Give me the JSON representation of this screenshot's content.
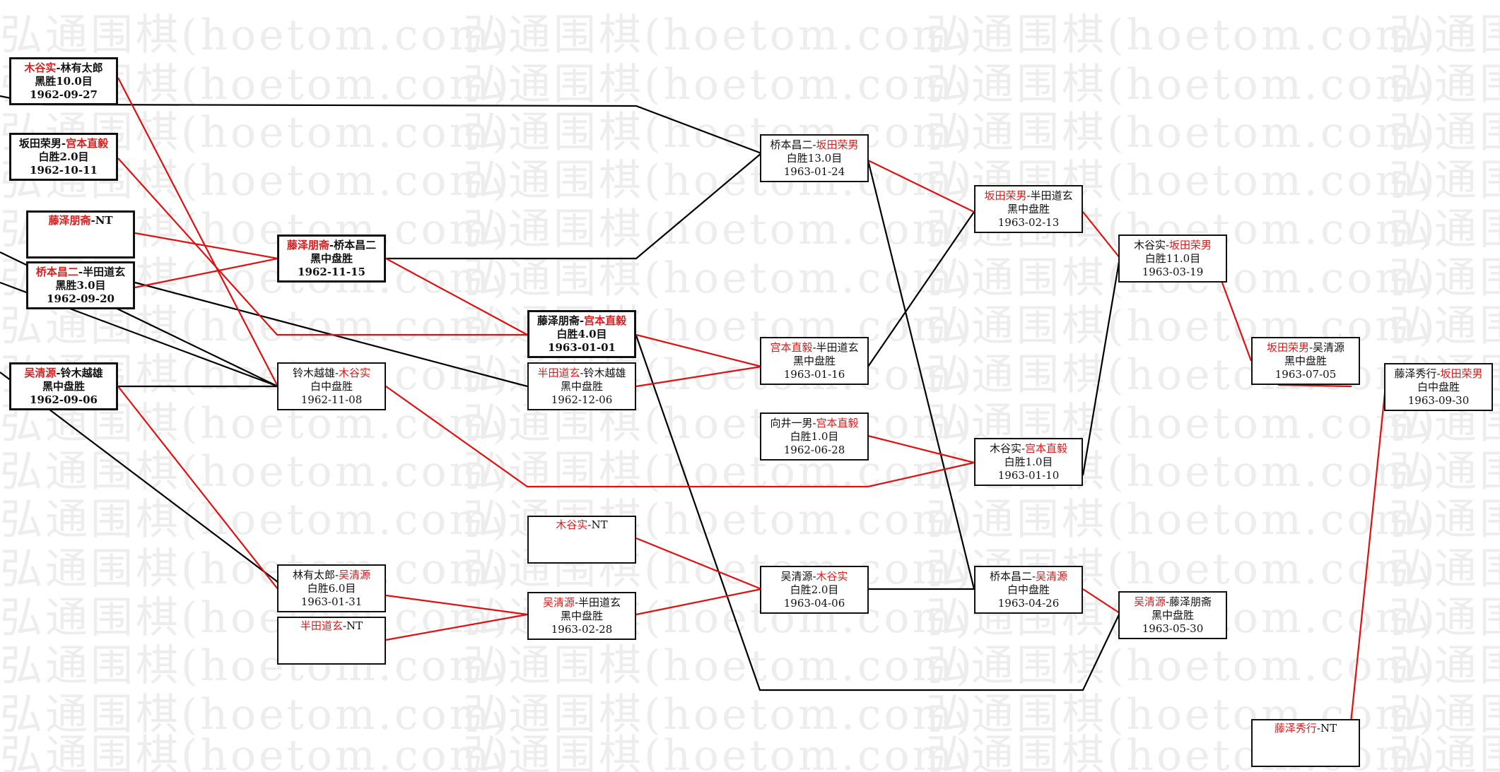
{
  "watermark": "弘通围棋(hoetom.com)",
  "colors": {
    "winner": "#d81e1e",
    "text": "#111111",
    "line_black": "#000000",
    "line_red": "#e01010"
  },
  "nodes": {
    "n1": {
      "a": "木谷实",
      "sep": "-",
      "b": "林有太郎",
      "win": "a",
      "result": "黑胜10.0目",
      "date": "1962-09-27"
    },
    "n2": {
      "a": "坂田荣男",
      "sep": "-",
      "b": "宫本直毅",
      "win": "b",
      "result": "白胜2.0目",
      "date": "1962-10-11"
    },
    "n3": {
      "a": "藤泽朋斋",
      "sep": "-",
      "b": "NT",
      "win": "a",
      "result": "",
      "date": ""
    },
    "n4": {
      "a": "桥本昌二",
      "sep": "-",
      "b": "半田道玄",
      "win": "a",
      "result": "黑胜3.0目",
      "date": "1962-09-20"
    },
    "n5": {
      "a": "吴清源",
      "sep": "-",
      "b": "铃木越雄",
      "win": "a",
      "result": "黑中盘胜",
      "date": "1962-09-06"
    },
    "n6": {
      "a": "藤泽朋斋",
      "sep": "-",
      "b": "桥本昌二",
      "win": "a",
      "result": "黑中盘胜",
      "date": "1962-11-15"
    },
    "n7": {
      "a": "铃木越雄",
      "sep": "-",
      "b": "木谷实",
      "win": "b",
      "result": "白中盘胜",
      "date": "1962-11-08"
    },
    "n8": {
      "a": "林有太郎",
      "sep": "-",
      "b": "吴清源",
      "win": "b",
      "result": "白胜6.0目",
      "date": "1963-01-31"
    },
    "n9": {
      "a": "半田道玄",
      "sep": "-",
      "b": "NT",
      "win": "a",
      "result": "",
      "date": ""
    },
    "n10": {
      "a": "藤泽朋斋",
      "sep": "-",
      "b": "宫本直毅",
      "win": "b",
      "result": "白胜4.0目",
      "date": "1963-01-01"
    },
    "n11": {
      "a": "半田道玄",
      "sep": "-",
      "b": "铃木越雄",
      "win": "a",
      "result": "黑中盘胜",
      "date": "1962-12-06"
    },
    "n12": {
      "a": "木谷实",
      "sep": "-",
      "b": "NT",
      "win": "a",
      "result": "",
      "date": ""
    },
    "n13": {
      "a": "吴清源",
      "sep": "-",
      "b": "半田道玄",
      "win": "a",
      "result": "黑中盘胜",
      "date": "1963-02-28"
    },
    "n14": {
      "a": "桥本昌二",
      "sep": "-",
      "b": "坂田荣男",
      "win": "b",
      "result": "白胜13.0目",
      "date": "1963-01-24"
    },
    "n15": {
      "a": "宫本直毅",
      "sep": "-",
      "b": "半田道玄",
      "win": "a",
      "result": "黑中盘胜",
      "date": "1963-01-16"
    },
    "n16": {
      "a": "向井一男",
      "sep": "-",
      "b": "宫本直毅",
      "win": "b",
      "result": "白胜1.0目",
      "date": "1962-06-28"
    },
    "n17": {
      "a": "吴清源",
      "sep": "-",
      "b": "木谷实",
      "win": "b",
      "result": "白胜2.0目",
      "date": "1963-04-06"
    },
    "n18": {
      "a": "坂田荣男",
      "sep": "-",
      "b": "半田道玄",
      "win": "a",
      "result": "黑中盘胜",
      "date": "1963-02-13"
    },
    "n19": {
      "a": "木谷实",
      "sep": "-",
      "b": "宫本直毅",
      "win": "b",
      "result": "白胜1.0目",
      "date": "1963-01-10"
    },
    "n20": {
      "a": "桥本昌二",
      "sep": "-",
      "b": "吴清源",
      "win": "b",
      "result": "白中盘胜",
      "date": "1963-04-26"
    },
    "n21": {
      "a": "木谷实",
      "sep": "-",
      "b": "坂田荣男",
      "win": "b",
      "result": "白胜11.0目",
      "date": "1963-03-19"
    },
    "n22": {
      "a": "吴清源",
      "sep": "-",
      "b": "藤泽朋斋",
      "win": "a",
      "result": "黑中盘胜",
      "date": "1963-05-30"
    },
    "n23": {
      "a": "坂田荣男",
      "sep": "-",
      "b": "吴清源",
      "win": "a",
      "result": "黑中盘胜",
      "date": "1963-07-05"
    },
    "n24": {
      "a": "藤泽秀行",
      "sep": "-",
      "b": "NT",
      "win": "a",
      "result": "",
      "date": ""
    },
    "n25": {
      "a": "藤泽秀行",
      "sep": "-",
      "b": "坂田荣男",
      "win": "b",
      "result": "白中盘胜",
      "date": "1963-09-30"
    }
  }
}
